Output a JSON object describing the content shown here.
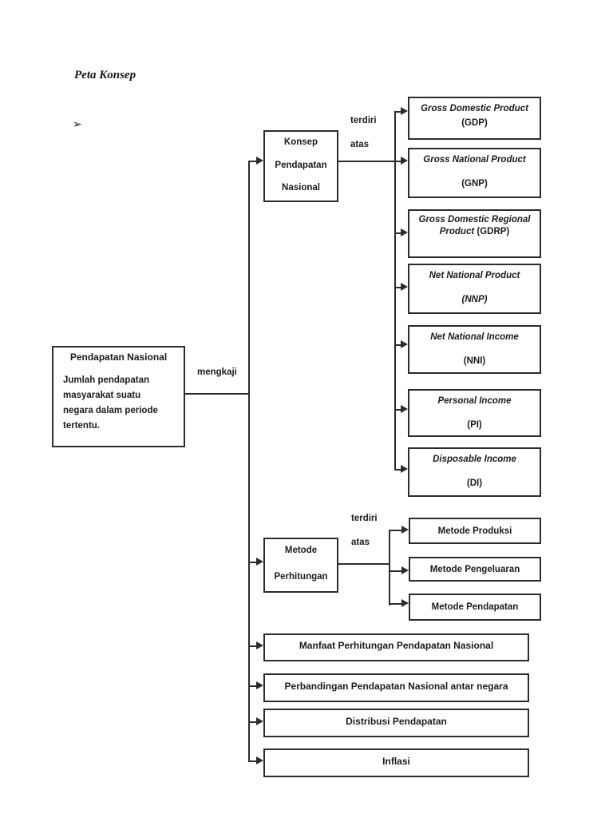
{
  "page": {
    "title": "Peta Konsep",
    "bullet": "➢"
  },
  "root": {
    "title": "Pendapatan Nasional",
    "body_lines": [
      "Jumlah pendapatan",
      "masyarakat suatu",
      "negara dalam periode",
      "tertentu."
    ]
  },
  "edge_labels": {
    "root": "mengkaji",
    "consists_line1": "terdiri",
    "consists_line2": "atas"
  },
  "concept_branch": {
    "lines": [
      "Konsep",
      "Pendapatan",
      "Nasional"
    ]
  },
  "method_branch": {
    "lines": [
      "Metode",
      "Perhitungan"
    ]
  },
  "concepts": [
    {
      "name": "Gross Domestic Product",
      "abbr": "(GDP)"
    },
    {
      "name": "Gross National Product",
      "abbr": "(GNP)"
    },
    {
      "name": "Gross Domestic Regional Product",
      "abbr": "(GDRP)"
    },
    {
      "name": "Net National Product",
      "abbr": "(NNP)"
    },
    {
      "name": "Net National Income",
      "abbr": "(NNI)"
    },
    {
      "name": "Personal Income",
      "abbr": "(PI)"
    },
    {
      "name": "Disposable Income",
      "abbr": "(DI)"
    }
  ],
  "methods": [
    "Metode Produksi",
    "Metode Pengeluaran",
    "Metode Pendapatan"
  ],
  "topics": [
    "Manfaat Perhitungan Pendapatan Nasional",
    "Perbandingan Pendapatan Nasional antar negara",
    "Distribusi Pendapatan",
    "Inflasi"
  ],
  "colors": {
    "ink": "#2c2c2c",
    "background": "#ffffff"
  }
}
